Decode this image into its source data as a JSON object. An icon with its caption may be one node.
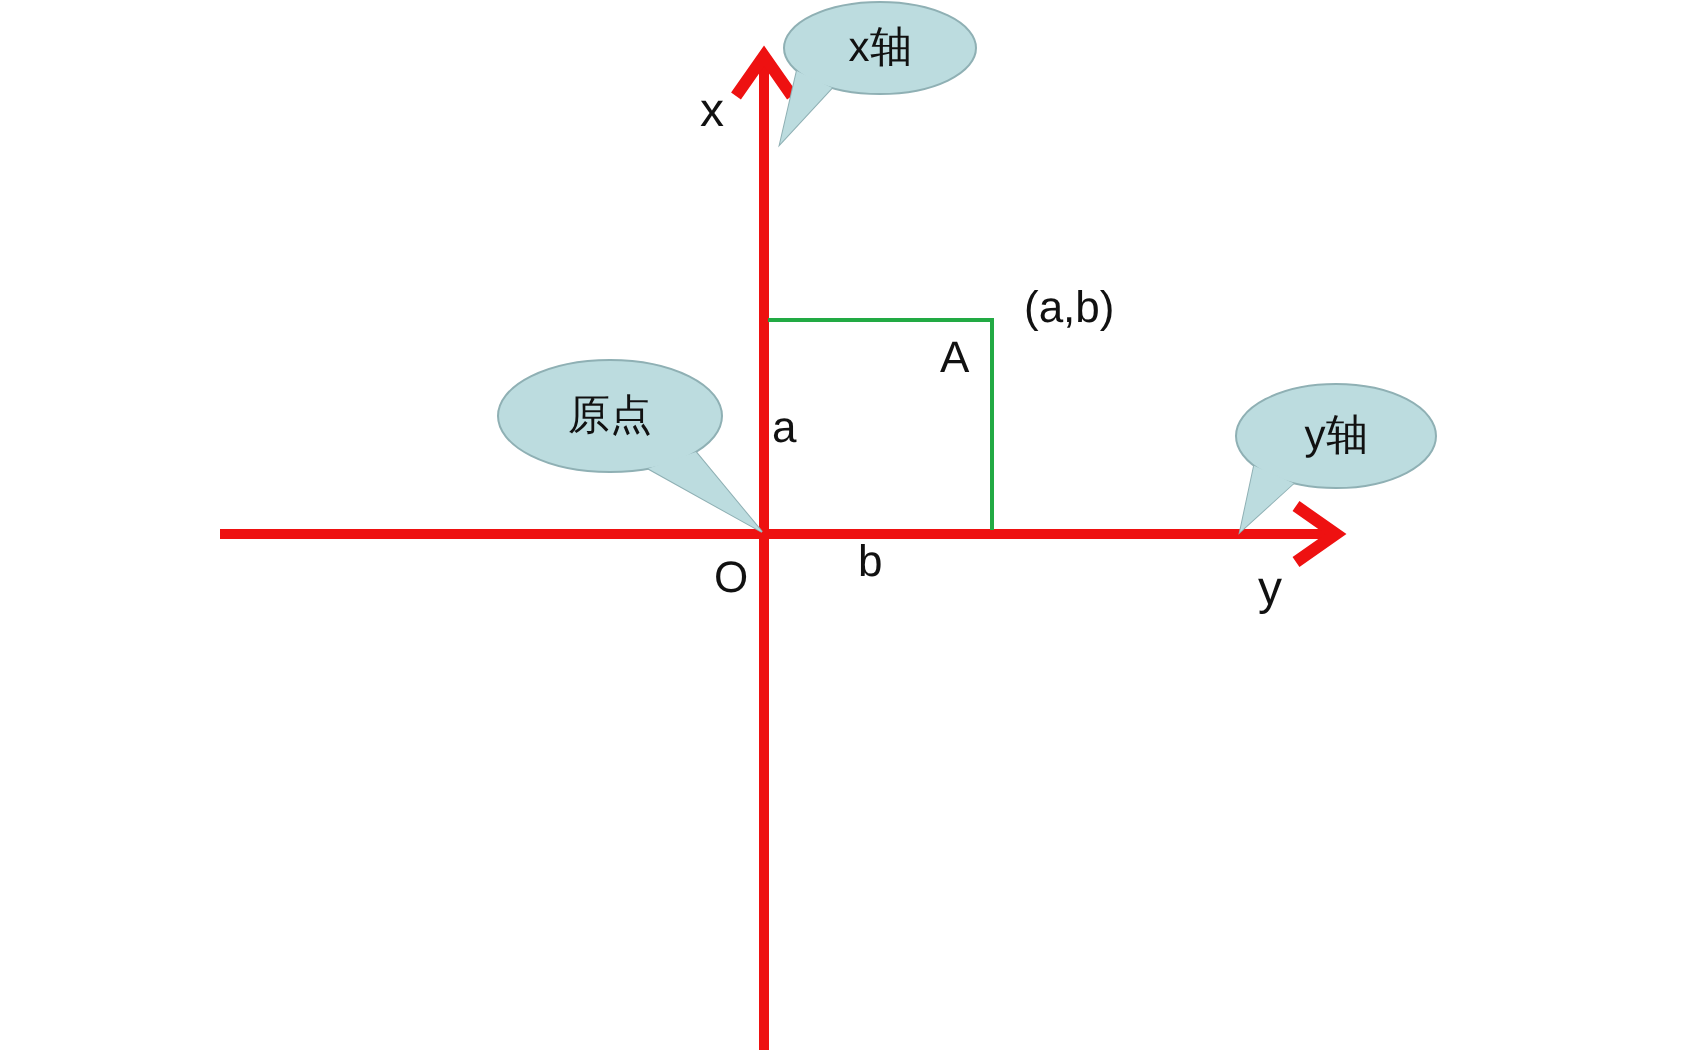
{
  "diagram": {
    "nodes": [
      {
        "text": [
          "x轴"
        ]
      },
      {
        "text": [
          "原点"
        ]
      },
      {
        "text": [
          "y轴"
        ]
      }
    ],
    "labels": [
      "x",
      "(a,b)",
      "A",
      "a",
      "O",
      "b",
      "y"
    ]
  }
}
